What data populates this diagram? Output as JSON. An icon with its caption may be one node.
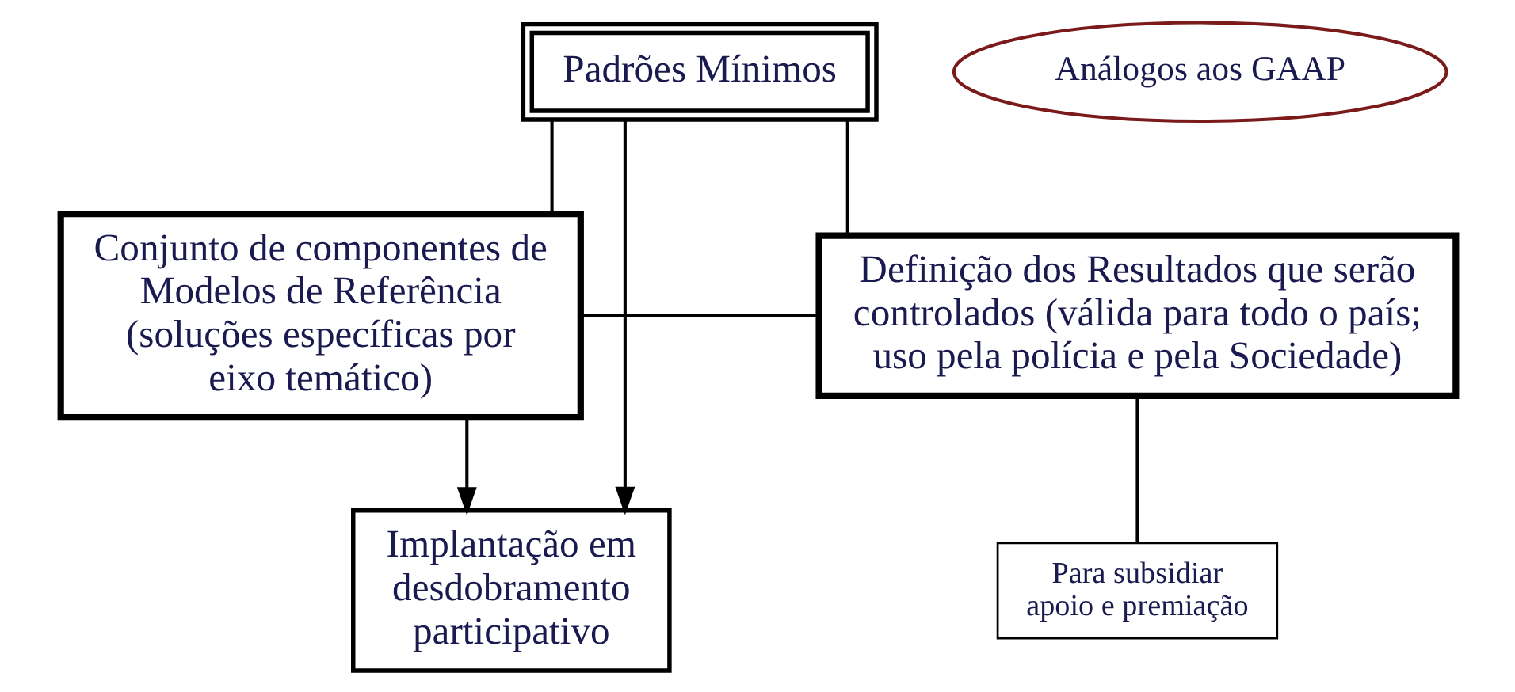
{
  "diagram": {
    "nodes": [
      {
        "text": [
          "Padrões Mínimos"
        ]
      },
      {
        "text": [
          "Análogos aos GAAP"
        ]
      },
      {
        "text": [
          "Conjunto de componentes de Modelos de Referência",
          "(soluções específicas por eixo temático)"
        ]
      },
      {
        "text": [
          "Definição dos Resultados que serão controlados (válida para todo o país; uso pela polícia e pela Sociedade)"
        ]
      },
      {
        "text": [
          "Implantação em desdobramento participativo"
        ]
      },
      {
        "text": [
          "Para subsidiar apoio e premiação"
        ]
      }
    ],
    "edges": [
      {
        "from": 0,
        "to": 2,
        "arrow": "none"
      },
      {
        "from": 0,
        "to": 3,
        "arrow": "none"
      },
      {
        "from": 0,
        "to": 4,
        "arrow": "to"
      },
      {
        "from": 2,
        "to": 3,
        "arrow": "none"
      },
      {
        "from": 2,
        "to": 4,
        "arrow": "to"
      },
      {
        "from": 3,
        "to": 5,
        "arrow": "none"
      }
    ]
  }
}
